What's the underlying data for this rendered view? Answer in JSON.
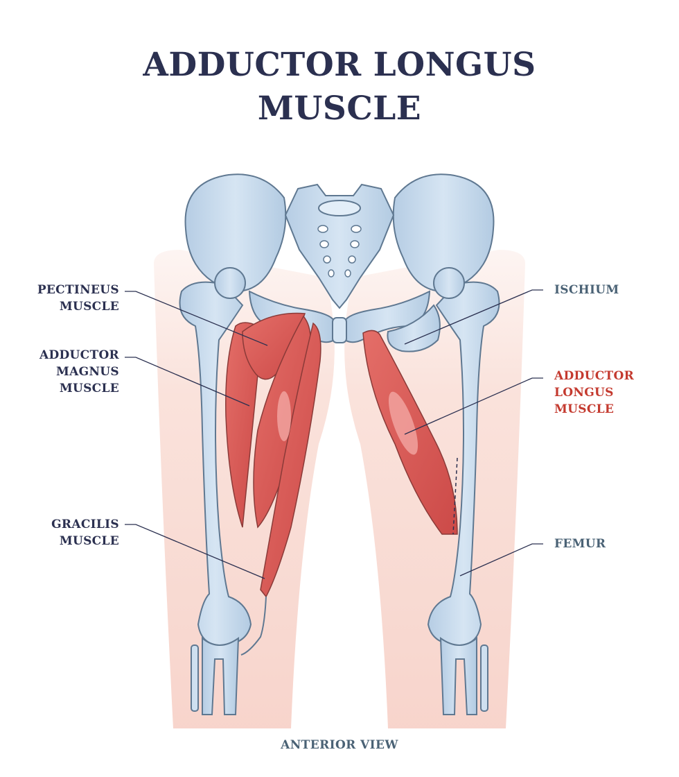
{
  "title": {
    "line1": "ADDUCTOR LONGUS",
    "line2": "MUSCLE"
  },
  "labels": {
    "pectineus": {
      "line1": "PECTINEUS",
      "line2": "MUSCLE"
    },
    "adductor_magnus": {
      "line1": "ADDUCTOR",
      "line2": "MAGNUS",
      "line3": "MUSCLE"
    },
    "gracilis": {
      "line1": "GRACILIS",
      "line2": "MUSCLE"
    },
    "ischium": {
      "line1": "ISCHIUM"
    },
    "adductor_longus": {
      "line1": "ADDUCTOR",
      "line2": "LONGUS",
      "line3": "MUSCLE"
    },
    "femur": {
      "line1": "FEMUR"
    }
  },
  "footer": "ANTERIOR VIEW",
  "colors": {
    "title": "#2b3050",
    "label_dark": "#2b3050",
    "label_slate": "#4a6275",
    "label_highlight": "#c43a2f",
    "bone": "#c9dcef",
    "bone_outline": "#5f7891",
    "muscle": "#d9605d",
    "skin": "#f7d6cf"
  }
}
